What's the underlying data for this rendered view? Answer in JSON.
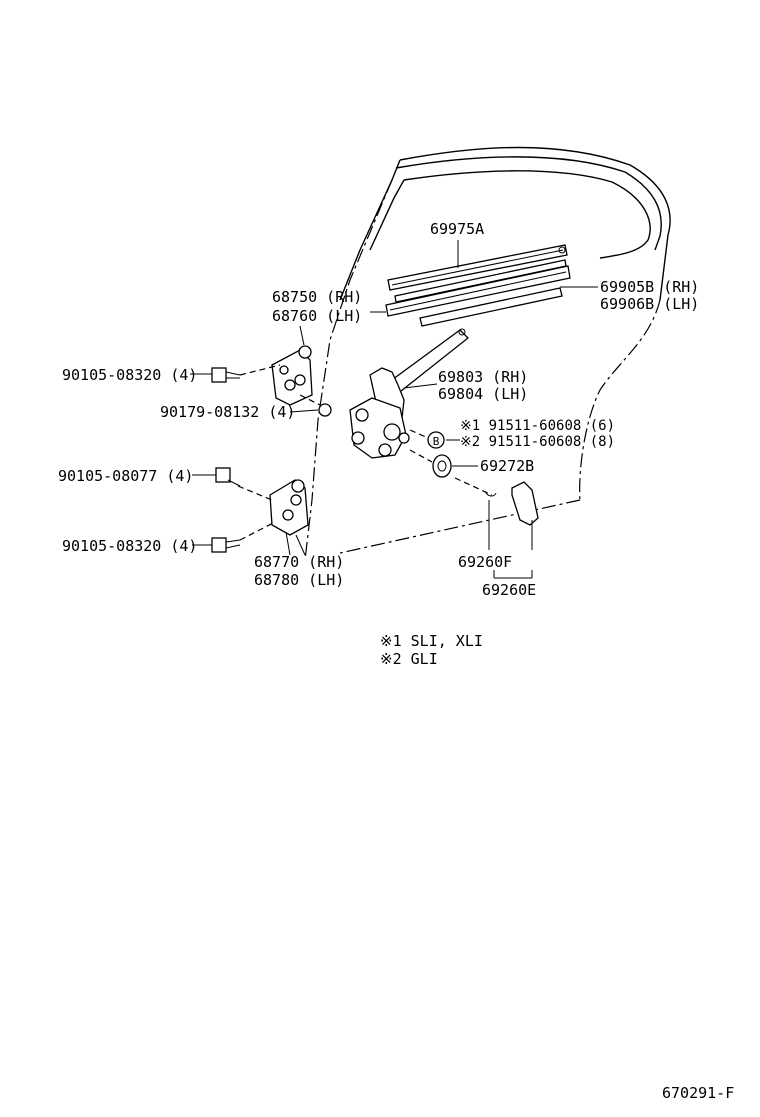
{
  "parts": {
    "p69975A": "69975A",
    "p69905B": "69905B (RH)",
    "p69906B": "69906B (LH)",
    "p68750": "68750 (RH)",
    "p68760": "68760 (LH)",
    "p90105_08320_top": "90105-08320 (4)",
    "p90179": "90179-08132 (4)",
    "p90105_08077": "90105-08077 (4)",
    "p90105_08320_bottom": "90105-08320 (4)",
    "p68770": "68770 (RH)",
    "p68780": "68780 (LH)",
    "p69803": "69803 (RH)",
    "p69804": "69804 (LH)",
    "p91511_1": "※1 91511-60608 (6)",
    "p91511_2": "※2 91511-60608 (8)",
    "p69272B": "69272B",
    "p69260F": "69260F",
    "p69260E": "69260E"
  },
  "bolt_marker": "B",
  "notes": {
    "note1": "※1  SLI, XLI",
    "note2": "※2  GLI"
  },
  "diagram_code": "670291-F"
}
